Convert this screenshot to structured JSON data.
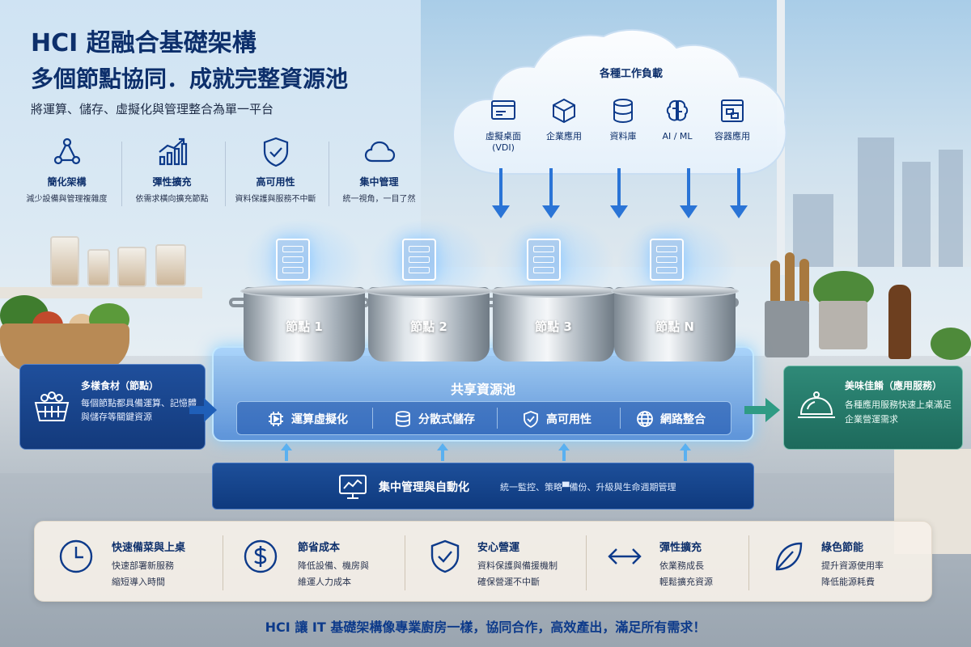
{
  "header": {
    "title_line1": "HCI 超融合基礎架構",
    "title_line2": "多個節點協同．成就完整資源池",
    "subtitle": "將運算、儲存、虛擬化與管理整合為單一平台"
  },
  "features": [
    {
      "icon": "network-nodes-icon",
      "title": "簡化架構",
      "desc": "減少設備與管理複雜度"
    },
    {
      "icon": "growth-chart-icon",
      "title": "彈性擴充",
      "desc": "依需求橫向擴充節點"
    },
    {
      "icon": "shield-check-icon",
      "title": "高可用性",
      "desc": "資料保護與服務不中斷"
    },
    {
      "icon": "cloud-icon",
      "title": "集中管理",
      "desc": "統一視角，一目了然"
    }
  ],
  "workloads": {
    "title": "各種工作負載",
    "items": [
      {
        "icon": "desktop-window-icon",
        "label": "虛擬桌面\n(VDI)"
      },
      {
        "icon": "cube-icon",
        "label": "企業應用"
      },
      {
        "icon": "database-icon",
        "label": "資料庫"
      },
      {
        "icon": "brain-icon",
        "label": "AI / ML"
      },
      {
        "icon": "container-icon",
        "label": "容器應用"
      }
    ]
  },
  "nodes": [
    "節點 1",
    "節點 2",
    "節點 3",
    "節點 N"
  ],
  "pool": {
    "title": "共享資源池",
    "items": [
      {
        "icon": "chip-icon",
        "label": "運算虛擬化"
      },
      {
        "icon": "database-icon",
        "label": "分散式儲存"
      },
      {
        "icon": "shield-check-icon",
        "label": "高可用性"
      },
      {
        "icon": "globe-icon",
        "label": "網路整合"
      }
    ]
  },
  "management": {
    "title": "集中管理與自動化",
    "desc": "統一監控、策略▀備份、升級與生命週期管理"
  },
  "left_box": {
    "title": "多樣食材（節點）",
    "desc": "每個節點都具備運算、記憶體與儲存等關鍵資源"
  },
  "right_box": {
    "title": "美味佳餚（應用服務）",
    "desc": "各種應用服務快速上桌滿足企業營運需求"
  },
  "benefits": [
    {
      "icon": "clock-icon",
      "title": "快速備菜與上桌",
      "line1": "快速部署新服務",
      "line2": "縮短導入時間"
    },
    {
      "icon": "dollar-icon",
      "title": "節省成本",
      "line1": "降低設備、機房與",
      "line2": "維運人力成本"
    },
    {
      "icon": "shield-check-icon",
      "title": "安心營運",
      "line1": "資料保護與備援機制",
      "line2": "確保營運不中斷"
    },
    {
      "icon": "double-arrow-icon",
      "title": "彈性擴充",
      "line1": "依業務成長",
      "line2": "輕鬆擴充資源"
    },
    {
      "icon": "leaf-icon",
      "title": "綠色節能",
      "line1": "提升資源使用率",
      "line2": "降低能源耗費"
    }
  ],
  "tagline": "HCI 讓 IT 基礎架構像專業廚房一樣，協同合作，高效產出，滿足所有需求！",
  "colors": {
    "navy": "#0d2f6b",
    "pool_blue": "#3c82dc",
    "mgmt_blue": "#0f3a7e",
    "green": "#1d6a5c"
  }
}
